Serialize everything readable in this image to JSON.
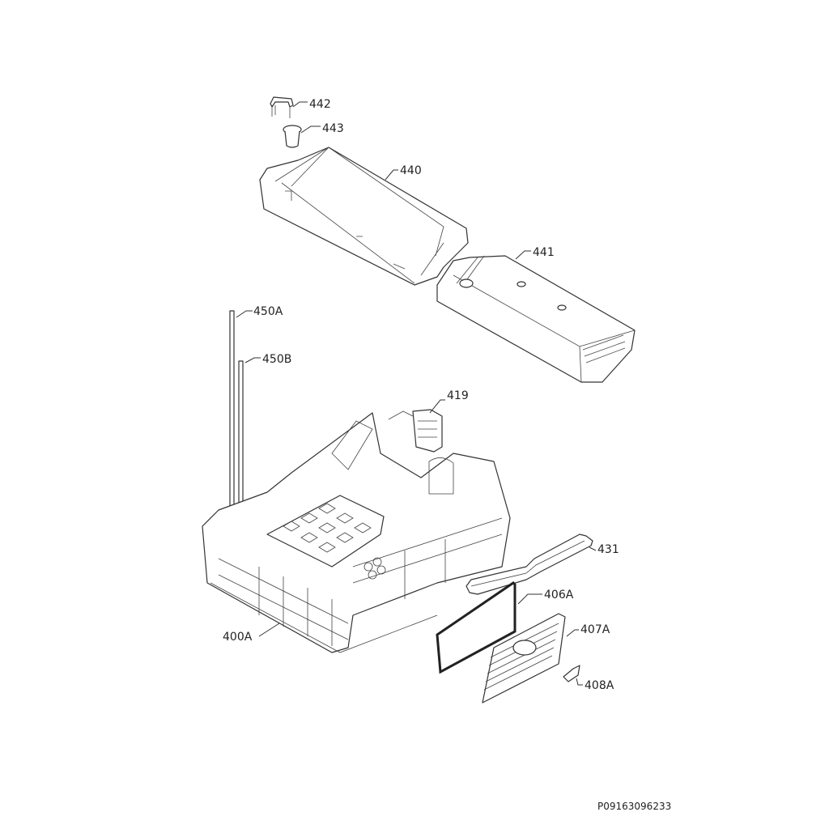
{
  "diagram": {
    "title": "Exploded parts diagram",
    "parts": [
      {
        "id": "442",
        "label": "442"
      },
      {
        "id": "443",
        "label": "443"
      },
      {
        "id": "440",
        "label": "440"
      },
      {
        "id": "441",
        "label": "441"
      },
      {
        "id": "450A",
        "label": "450A"
      },
      {
        "id": "450B",
        "label": "450B"
      },
      {
        "id": "419",
        "label": "419"
      },
      {
        "id": "431",
        "label": "431"
      },
      {
        "id": "406A",
        "label": "406A"
      },
      {
        "id": "407A",
        "label": "407A"
      },
      {
        "id": "408A",
        "label": "408A"
      },
      {
        "id": "400A",
        "label": "400A"
      }
    ],
    "document_code": "P09163096233"
  }
}
